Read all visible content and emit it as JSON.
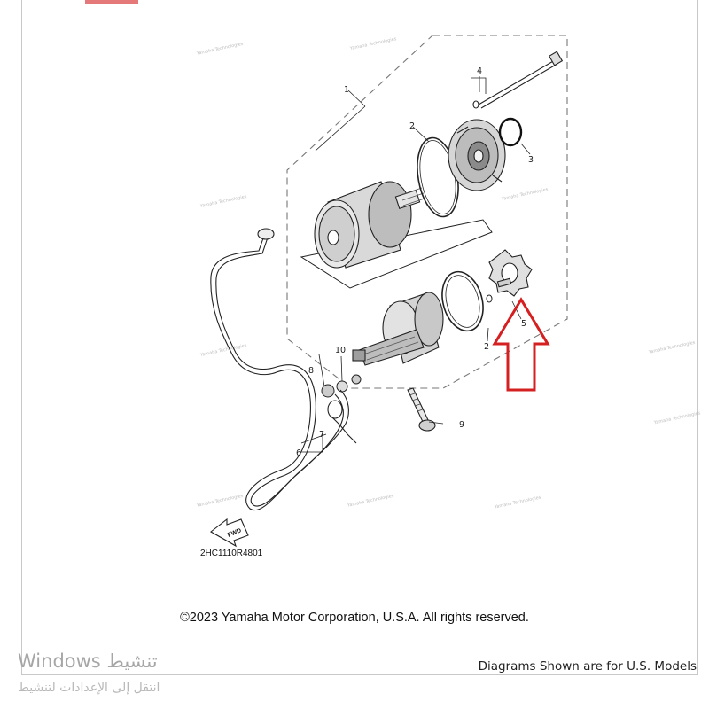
{
  "diagram": {
    "callouts": [
      "1",
      "2",
      "3",
      "4",
      "2",
      "5",
      "6",
      "7",
      "8",
      "9",
      "10"
    ],
    "diagram_code": "2HC1110R4801",
    "fwd_label": "FWD",
    "watermark_text": "Yamaha Technologies",
    "highlight_color": "#d42020"
  },
  "footer": {
    "copyright": "©2023 Yamaha Motor Corporation, U.S.A. All rights reserved.",
    "models_note": "Diagrams Shown are for U.S. Models"
  },
  "windows_activation": {
    "title": "تنشيط Windows",
    "subtitle": "انتقل إلى الإعدادات لتنشيط"
  }
}
